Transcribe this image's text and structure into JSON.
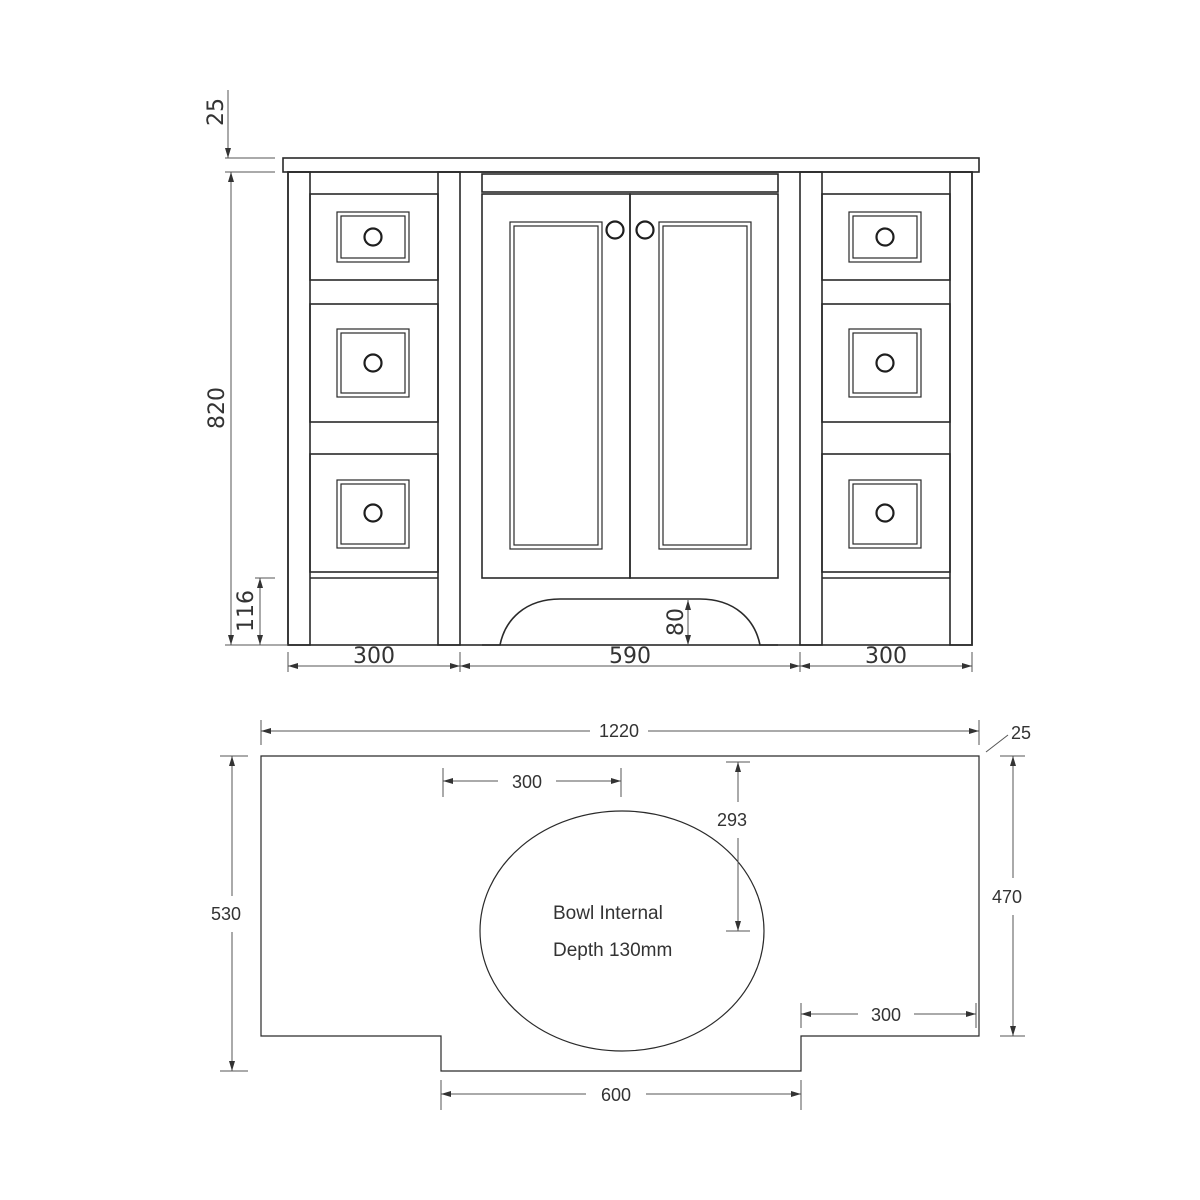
{
  "front_view": {
    "dims": {
      "top_thickness": "25",
      "height": "820",
      "plinth_height": "116",
      "arch_height": "80",
      "left_width": "300",
      "center_width": "590",
      "right_width": "300"
    }
  },
  "top_view": {
    "dims": {
      "overall_width": "1220",
      "overhang": "25",
      "overall_depth": "530",
      "side_depth": "470",
      "bowl_offset": "300",
      "bowl_to_edge": "293",
      "side_width": "300",
      "center_width": "600"
    },
    "bowl_note": {
      "line1": "Bowl Internal",
      "line2": "Depth 130mm"
    }
  }
}
